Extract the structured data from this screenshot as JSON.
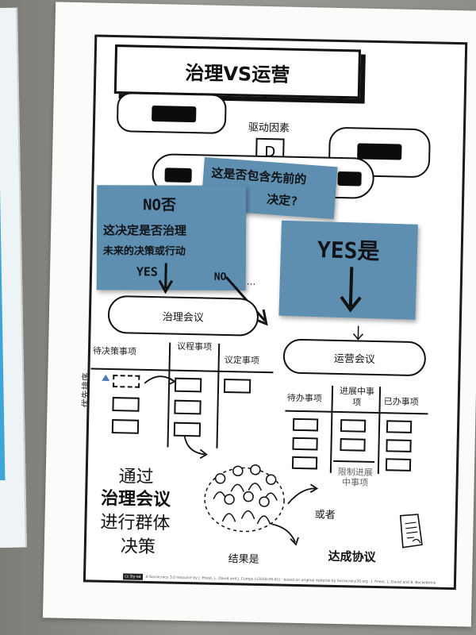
{
  "poster": {
    "title": "治理VS运营",
    "driver_label": "驱动因素",
    "driver_symbol": "D",
    "governance_meeting": "治理会议",
    "operations_meeting": "运营会议",
    "gov_columns": [
      "待决策事项",
      "议程事项",
      "议定事项"
    ],
    "ops_columns": [
      "待办事项",
      "进展中事项",
      "已办事项"
    ],
    "priority_label": "优先排序",
    "wip_limit_label": "限制进展中事项",
    "bottom_text": [
      "通过",
      "治理会议",
      "进行群体",
      "决策"
    ],
    "or_label": "或者",
    "result_label": "结果是",
    "agreement_label": "达成协议",
    "footer": "A Sociocracy 3.0 resource by J. Priest, L. David and J. Cumps (v2018-09-01) · based on original material by Sociocracy30.org · J. Priest, L. David and B. Bockelbrink",
    "cc_badge": "cc by-sa"
  },
  "notes": {
    "question_line1": "这是否包含先前的",
    "question_line2": "决定?",
    "no_header": "NO否",
    "no_body_line1": "这决定是否治理",
    "no_body_line2": "未来的决策或行动",
    "no_yes": "YES",
    "no_no": "NO",
    "no_dots": "...",
    "yes_header": "YES是"
  },
  "colors": {
    "sticky_blue": "#5f8fb0",
    "ink": "#111111",
    "poster_white": "#fbfbfa"
  }
}
